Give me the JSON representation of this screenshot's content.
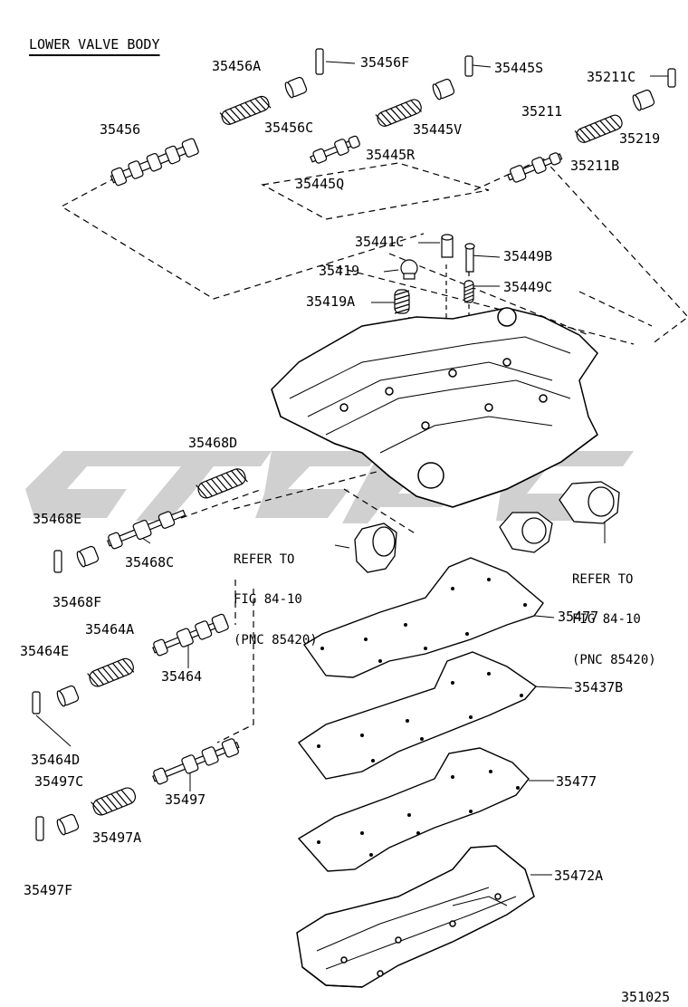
{
  "title": "LOWER VALVE BODY",
  "figure_number": "351025",
  "parts": {
    "p35456A": "35456A",
    "p35456F": "35456F",
    "p35445S": "35445S",
    "p35211C": "35211C",
    "p35456": "35456",
    "p35456C": "35456C",
    "p35445V": "35445V",
    "p35211": "35211",
    "p35219": "35219",
    "p35445R": "35445R",
    "p35211B": "35211B",
    "p35445Q": "35445Q",
    "p35441C": "35441C",
    "p35449B": "35449B",
    "p35419": "35419",
    "p35449C": "35449C",
    "p35419A": "35419A",
    "p35468D": "35468D",
    "p35468E": "35468E",
    "p35468C": "35468C",
    "p35468F": "35468F",
    "p35464A": "35464A",
    "p35464E": "35464E",
    "p35464": "35464",
    "p35464D": "35464D",
    "p35497C": "35497C",
    "p35497": "35497",
    "p35497A": "35497A",
    "p35497F": "35497F",
    "p35477a": "35477",
    "p35437B": "35437B",
    "p35477b": "35477",
    "p35472A": "35472A"
  },
  "refer_left": {
    "line1": "REFER TO",
    "line2": "FIG 84-10",
    "line3": "(PNC 85420)"
  },
  "refer_right": {
    "line1": "REFER TO",
    "line2": "FIG 84-10",
    "line3": "(PNC 85420)"
  },
  "watermark_color": "#c8c8c8"
}
